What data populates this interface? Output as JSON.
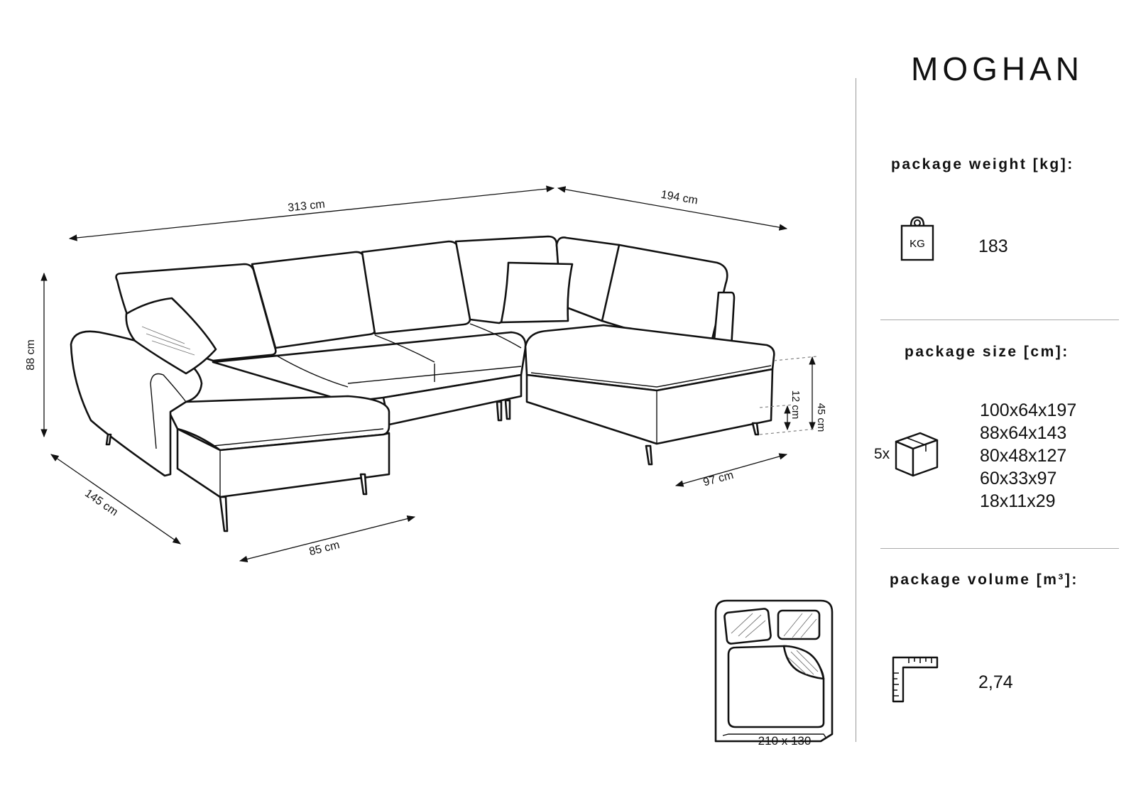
{
  "product": {
    "name": "MOGHAN"
  },
  "dimensions": {
    "length_total": "313 cm",
    "width_right": "194 cm",
    "height": "88 cm",
    "depth_left": "145 cm",
    "chaise_width": "85 cm",
    "seat_depth_right": "97 cm",
    "leg_height": "12 cm",
    "seat_height": "45 cm",
    "sleeping_area": "210 x 130"
  },
  "package": {
    "weight_label": "package weight [kg]:",
    "weight_icon_text": "KG",
    "weight_value": "183",
    "size_label": "package size [cm]:",
    "size_quantity": "5x",
    "sizes": [
      "100x64x197",
      "88x64x143",
      "80x48x127",
      "60x33x97",
      "18x11x29"
    ],
    "volume_label": "package volume [m³]:",
    "volume_value": "2,74"
  },
  "icons": {
    "weight": "kettlebell-weight-icon",
    "box": "package-box-icon",
    "volume": "ruler-corner-icon",
    "bed": "sleeping-area-bed-icon"
  }
}
